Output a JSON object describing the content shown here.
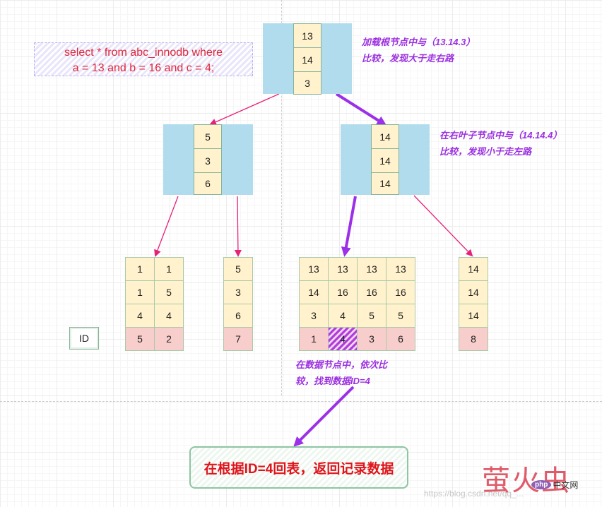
{
  "query": {
    "line1": "select * from abc_innodb where",
    "line2": "a = 13 and b = 16 and c = 4;"
  },
  "root_node": {
    "keys": [
      "13",
      "14",
      "3"
    ]
  },
  "left_internal": {
    "keys": [
      "5",
      "3",
      "6"
    ]
  },
  "right_internal": {
    "keys": [
      "14",
      "14",
      "14"
    ]
  },
  "notes": {
    "root_line1": "加载根节点中与（13.14.3）",
    "root_line2": "比较，发现大于走右路",
    "right_line1": "在右叶子节点中与（14.14.4）",
    "right_line2": "比较，发现小于走左路",
    "data_line1": "在数据节点中，依次比",
    "data_line2": "较，找到数据ID=4"
  },
  "id_label": "ID",
  "leaves": [
    {
      "columns": [
        [
          "1",
          "1",
          "4",
          "5"
        ],
        [
          "1",
          "5",
          "4",
          "2"
        ]
      ]
    },
    {
      "columns": [
        [
          "5",
          "3",
          "6",
          "7"
        ]
      ]
    },
    {
      "columns": [
        [
          "13",
          "14",
          "3",
          "1"
        ],
        [
          "13",
          "16",
          "4",
          "4"
        ],
        [
          "13",
          "16",
          "5",
          "3"
        ],
        [
          "13",
          "16",
          "5",
          "6"
        ]
      ]
    },
    {
      "columns": [
        [
          "14",
          "14",
          "14",
          "8"
        ]
      ]
    }
  ],
  "highlight": {
    "leaf": 2,
    "column": 1,
    "id": "4"
  },
  "result_text": "在根据ID=4回表，返回记录数据",
  "logo_text": "萤火虫",
  "badge": {
    "icon_text": "php",
    "label": "中文网"
  },
  "watermark_text": "https://blog.csdn.net/qq_...",
  "colors": {
    "node_bg": "#b1dcee",
    "key_bg": "#fff2cc",
    "id_bg": "#f8cecc",
    "pink_arrow": "#e8207a",
    "purple_arrow": "#9b30e8",
    "note_text": "#9b2fe0",
    "result_text": "#e0141b"
  }
}
